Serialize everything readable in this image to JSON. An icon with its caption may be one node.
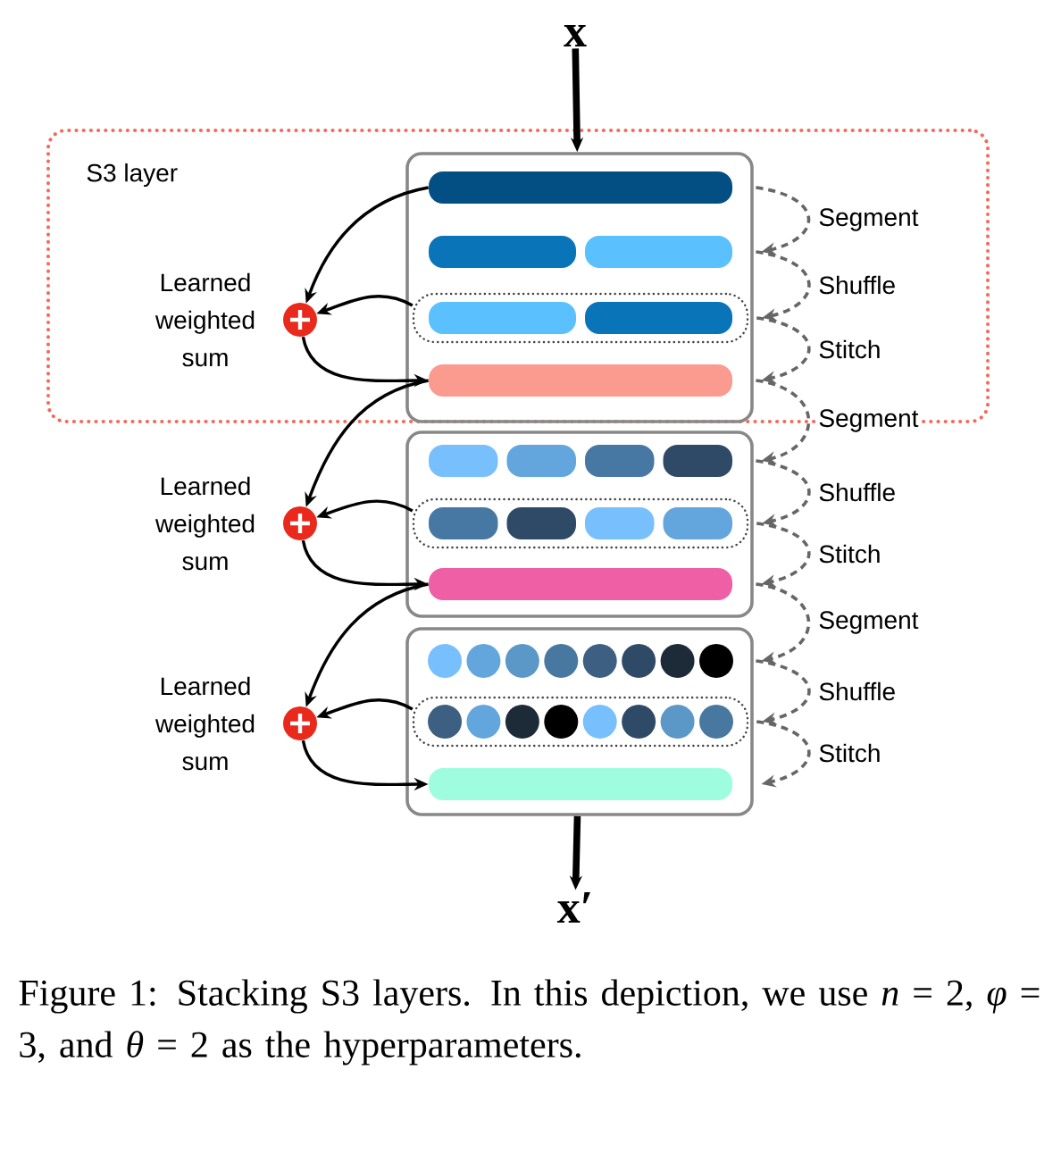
{
  "diagram": {
    "caption": "Figure 1: Stacking S3 layers. In this depiction, we use *n* = 2, *φ* = 3, and *θ* = 2 as the hyperparameters.",
    "nodes": [
      {
        "text": [
          "x"
        ]
      },
      {
        "text": [
          "S3 layer"
        ]
      },
      {
        "text": [],
        "shape": "box",
        "in": 1
      },
      {
        "text": [],
        "shape": "bar",
        "in": 2
      },
      {
        "text": [],
        "shape": "bar",
        "in": 2
      },
      {
        "text": [],
        "shape": "box",
        "in": 2
      },
      {
        "text": [],
        "shape": "bar",
        "in": 2
      },
      {
        "text": [],
        "shape": "circle",
        "in": 1,
        "beside": [
          "Learned weighted sum"
        ]
      },
      {
        "text": [],
        "shape": "box"
      },
      {
        "text": [],
        "shape": "bar",
        "in": 8
      },
      {
        "text": [],
        "shape": "box",
        "in": 8
      },
      {
        "text": [],
        "shape": "bar",
        "in": 8
      },
      {
        "text": [],
        "shape": "circle",
        "beside": [
          "Learned weighted sum"
        ]
      },
      {
        "text": [],
        "shape": "box"
      },
      {
        "text": [],
        "shape": "bar",
        "in": 13
      },
      {
        "text": [],
        "shape": "box",
        "in": 13
      },
      {
        "text": [],
        "shape": "bar",
        "in": 13
      },
      {
        "text": [],
        "shape": "circle",
        "beside": [
          "Learned weighted sum"
        ]
      },
      {
        "text": [
          "x′"
        ]
      }
    ],
    "edges": [
      {
        "from": 0,
        "to": 2,
        "arrow": "to",
        "style": "thick"
      },
      {
        "from": 3,
        "to": 7,
        "arrow": "to"
      },
      {
        "from": 5,
        "to": 7,
        "arrow": "to"
      },
      {
        "from": 7,
        "to": 6,
        "arrow": "to"
      },
      {
        "from": 6,
        "to": 12,
        "arrow": "to"
      },
      {
        "from": 10,
        "to": 12,
        "arrow": "to"
      },
      {
        "from": 12,
        "to": 11,
        "arrow": "to"
      },
      {
        "from": 11,
        "to": 17,
        "arrow": "to"
      },
      {
        "from": 15,
        "to": 17,
        "arrow": "to"
      },
      {
        "from": 17,
        "to": 16,
        "arrow": "to"
      },
      {
        "from": 13,
        "to": 18,
        "arrow": "to",
        "style": "thick"
      },
      {
        "from": 3,
        "to": 4,
        "arrow": "to",
        "label": "Segment",
        "style": "dashed",
        "color": "#666666"
      },
      {
        "from": 4,
        "to": 5,
        "arrow": "to",
        "label": "Shuffle",
        "style": "dashed",
        "color": "#666666"
      },
      {
        "from": 5,
        "to": 6,
        "arrow": "to",
        "label": "Stitch",
        "style": "dashed",
        "color": "#666666"
      },
      {
        "from": 6,
        "to": 9,
        "arrow": "to",
        "label": "Segment",
        "style": "dashed",
        "color": "#666666"
      },
      {
        "from": 9,
        "to": 10,
        "arrow": "to",
        "label": "Shuffle",
        "style": "dashed",
        "color": "#666666"
      },
      {
        "from": 10,
        "to": 11,
        "arrow": "to",
        "label": "Stitch",
        "style": "dashed",
        "color": "#666666"
      },
      {
        "from": 11,
        "to": 14,
        "arrow": "to",
        "label": "Segment",
        "style": "dashed",
        "color": "#666666"
      },
      {
        "from": 14,
        "to": 15,
        "arrow": "to",
        "label": "Shuffle",
        "style": "dashed",
        "color": "#666666"
      },
      {
        "from": 15,
        "to": 16,
        "arrow": "to",
        "label": "Stitch",
        "style": "dashed",
        "color": "#666666"
      }
    ]
  }
}
